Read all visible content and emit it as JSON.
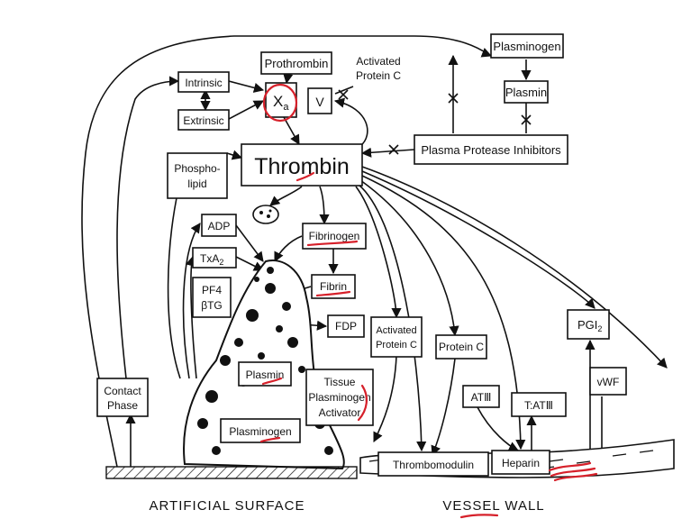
{
  "diagram": {
    "nodes": {
      "plasminogen_top": "Plasminogen",
      "plasmin_top": "Plasmin",
      "prothrombin": "Prothrombin",
      "activated_protein_c_top": [
        "Activated",
        "Protein C"
      ],
      "intrinsic": "Intrinsic",
      "extrinsic": "Extrinsic",
      "xa": "X",
      "xa_sub": "a",
      "v": "V",
      "thrombin": "Thrombin",
      "plasma_protease_inhibitors": "Plasma Protease Inhibitors",
      "phospholipid": [
        "Phospho-",
        "lipid"
      ],
      "adp": "ADP",
      "txa2": "TxA",
      "txa2_sub": "2",
      "pf4_btg": [
        "PF4",
        "βTG"
      ],
      "fibrinogen": "Fibrinogen",
      "fibrin": "Fibrin",
      "fdp": "FDP",
      "activated_protein_c_mid": [
        "Activated",
        "Protein C"
      ],
      "protein_c": "Protein C",
      "pgi2": "PGI",
      "pgi2_sub": "2",
      "vwf": "vWF",
      "at3": "ATⅢ",
      "t_at3": "T:ATⅢ",
      "contact_phase": [
        "Contact",
        "Phase"
      ],
      "plasmin_mid": "Plasmin",
      "tissue_plasminogen_activator": [
        "Tissue",
        "Plasminogen",
        "Activator"
      ],
      "plasminogen_bottom": "Plasminogen",
      "thrombomodulin": "Thrombomodulin",
      "heparin": "Heparin"
    },
    "footer": {
      "artificial_surface": "ARTIFICIAL SURFACE",
      "vessel_wall": "VESSEL WALL"
    },
    "colors": {
      "ink": "#111111",
      "annotation": "#d6202a"
    }
  }
}
